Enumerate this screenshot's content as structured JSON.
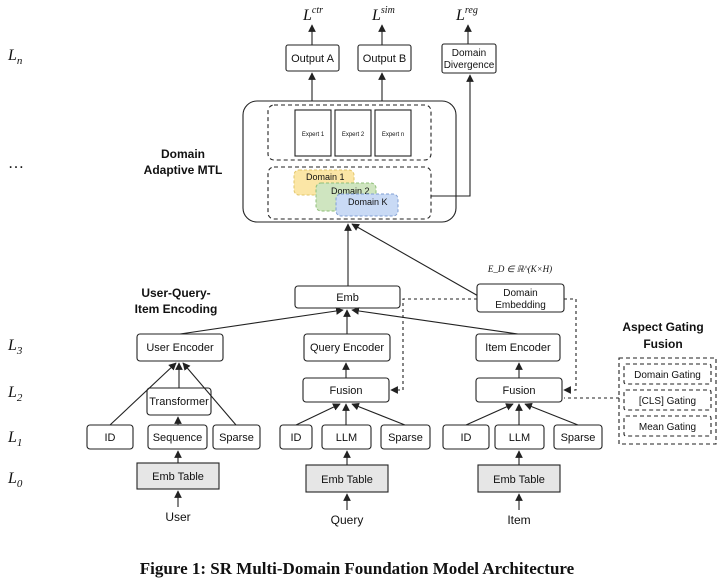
{
  "figure": {
    "caption": "Figure 1: SR Multi-Domain Foundation Model Architecture"
  },
  "layers": {
    "ln": "L",
    "ln_sub": "n",
    "dots": "…",
    "l3": "L",
    "l3_sub": "3",
    "l2": "L",
    "l2_sub": "2",
    "l1": "L",
    "l1_sub": "1",
    "l0": "L",
    "l0_sub": "0"
  },
  "losses": {
    "ctr": "ctr",
    "sim": "sim",
    "reg": "reg",
    "symbol": "L"
  },
  "top": {
    "output_a": "Output A",
    "output_b": "Output B",
    "domain_divergence_1": "Domain",
    "domain_divergence_2": "Divergence"
  },
  "mtl": {
    "label_1": "Domain",
    "label_2": "Adaptive MTL",
    "experts": [
      "Expert 1",
      "Expert 2",
      "Expert n"
    ],
    "domains": [
      "Domain 1",
      "Domain 2",
      "Domain K"
    ]
  },
  "colors": {
    "domain_1": "#fbe6a6",
    "domain_2": "#cfe5c0",
    "domain_k": "#c9daf5"
  },
  "encoding": {
    "label_1": "User-Query-",
    "label_2": "Item Encoding",
    "emb": "Emb",
    "domain_embedding_formula": "E_D ∈ ℝ^(K×H)",
    "domain_embedding_1": "Domain",
    "domain_embedding_2": "Embedding"
  },
  "user": {
    "encoder": "User Encoder",
    "transformer": "Transformer",
    "features": [
      "ID",
      "Sequence",
      "Sparse"
    ],
    "table": "Emb Table",
    "input": "User"
  },
  "query": {
    "encoder": "Query Encoder",
    "fusion": "Fusion",
    "features": [
      "ID",
      "LLM",
      "Sparse"
    ],
    "table": "Emb Table",
    "input": "Query"
  },
  "item": {
    "encoder": "Item Encoder",
    "fusion": "Fusion",
    "features": [
      "ID",
      "LLM",
      "Sparse"
    ],
    "table": "Emb Table",
    "input": "Item"
  },
  "gating": {
    "label_1": "Aspect Gating",
    "label_2": "Fusion",
    "options": [
      "Domain Gating",
      "[CLS] Gating",
      "Mean Gating"
    ]
  }
}
